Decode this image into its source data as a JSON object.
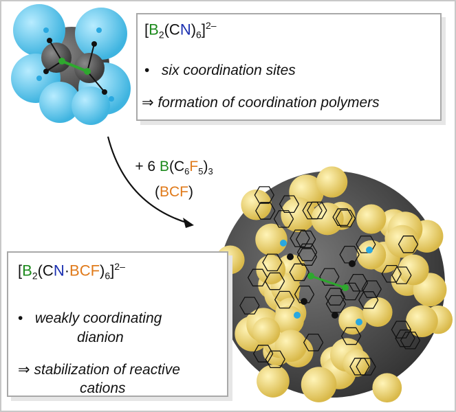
{
  "top_box": {
    "formula": {
      "open": "[",
      "b": "B",
      "b_sub": "2",
      "c": "(C",
      "n": "N",
      "close": ")",
      "sub6": "6",
      "end": "]",
      "charge": "2–"
    },
    "bullet": "•",
    "point": "six coordination sites",
    "arrow": "⇒",
    "conclusion": "formation of coordination polymers"
  },
  "reagent": {
    "prefix": "+ 6 ",
    "b": "B",
    "c6": "(C",
    "sub6": "6",
    "f": "F",
    "sub5": "5",
    "close": ")",
    "sub3": "3",
    "abbr_open": "(",
    "abbr": "BCF",
    "abbr_close": ")"
  },
  "bottom_box": {
    "formula": {
      "open": "[",
      "b": "B",
      "b_sub": "2",
      "c": "(C",
      "n": "N",
      "dot": "·",
      "bcf": "BCF",
      "close": ")",
      "sub6": "6",
      "end": "]",
      "charge": "2–"
    },
    "bullet": "•",
    "point_line1": "weakly coordinating",
    "point_line2": "dianion",
    "arrow": "⇒",
    "conclusion_line1": "stabilization of reactive",
    "conclusion_line2": "cations"
  },
  "colors": {
    "boron": "#1c8a1c",
    "nitrogen": "#1a2fb0",
    "bcf": "#e07a1a",
    "cyan_sphere": "#5cc8ee",
    "yellow_sphere": "#f2dc78",
    "carbon": "#555555"
  }
}
